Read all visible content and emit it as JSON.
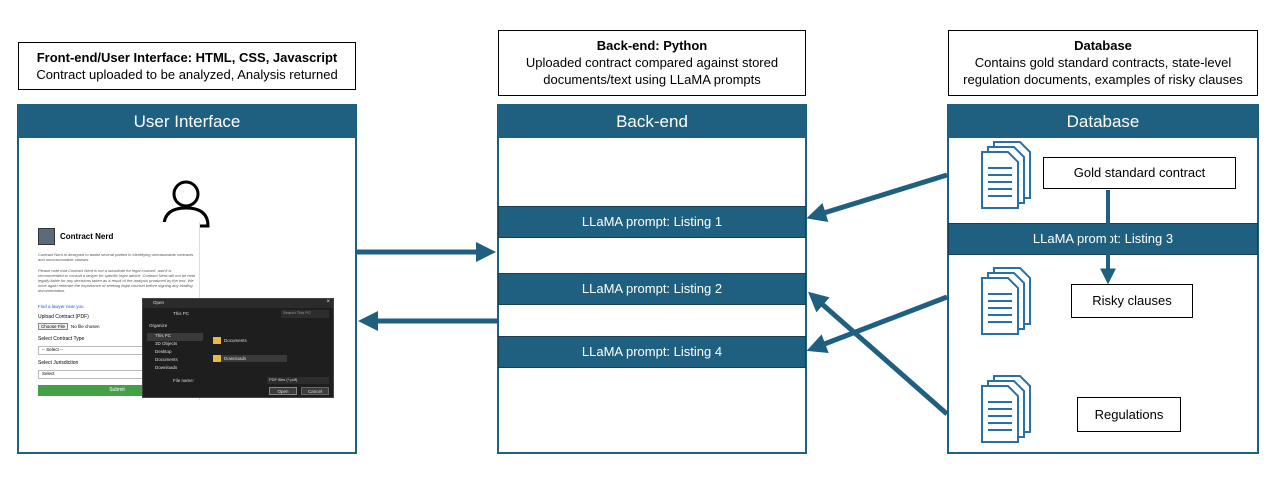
{
  "captions": {
    "frontend": {
      "title": "Front-end/User Interface: HTML, CSS, Javascript",
      "text": "Contract uploaded to be analyzed, Analysis returned"
    },
    "backend": {
      "title": "Back-end: Python",
      "text": "Uploaded contract compared against stored documents/text using LLaMA prompts"
    },
    "database": {
      "title": "Database",
      "text": "Contains gold standard contracts, state-level regulation documents, examples of risky clauses"
    }
  },
  "panels": {
    "ui": {
      "title": "User Interface"
    },
    "backend": {
      "title": "Back-end"
    },
    "database": {
      "title": "Database"
    }
  },
  "backend_prompts": [
    "LLaMA prompt: Listing 1",
    "LLaMA prompt: Listing 2",
    "LLaMA prompt: Listing 4"
  ],
  "database_prompt": "LLaMA prompt: Listing 3",
  "database_items": {
    "gold": "Gold standard contract",
    "risky": "Risky clauses",
    "regulations": "Regulations"
  },
  "app_screenshot": {
    "app_name": "Contract Nerd",
    "intro": "Contract Nerd is designed to assist several parties in identifying unreasonable contracts and unconscionable clauses.",
    "disclaimer": "Please note that Contract Nerd is not a substitute for legal counsel, and it is recommended to consult a lawyer for specific legal advice. Contract Nerd will not be held legally liable for any decisions taken as a result of the analysis produced by the tool. We once again reiterate the importance of seeking legal counsel before signing any binding documentation.",
    "link": "Find a lawyer near you",
    "upload_label": "Upload Contract (PDF)",
    "choose_button": "Choose File",
    "no_file": "No file chosen",
    "contract_type_label": "Select Contract Type",
    "contract_type_value": "-- Select --",
    "jurisdiction_label": "Select Jurisdiction",
    "jurisdiction_value": "Select",
    "submit": "Submit"
  },
  "file_dialog": {
    "title": "Open",
    "path": "This PC",
    "search_placeholder": "Search This PC",
    "organize": "Organize",
    "sidebar": [
      "This PC",
      "3D Objects",
      "Desktop",
      "Documents",
      "Downloads"
    ],
    "folders": [
      "Documents",
      "Downloads"
    ],
    "filename_label": "File name:",
    "filetype": "PDF files (*.pdf)",
    "open_button": "Open",
    "cancel_button": "Cancel"
  },
  "colors": {
    "panel": "#1f6080",
    "arrow": "#1f6080",
    "submit": "#43a047",
    "doc_outline": "#2b6fa7"
  }
}
